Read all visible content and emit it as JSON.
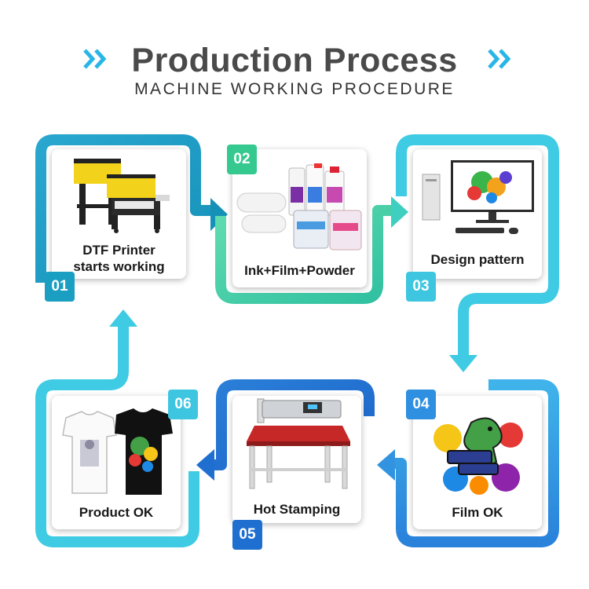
{
  "header": {
    "title": "Production Process",
    "subtitle": "MACHINE WORKING PROCEDURE"
  },
  "steps": [
    {
      "number": "01",
      "label_line1": "DTF Printer",
      "label_line2": "starts working"
    },
    {
      "number": "02",
      "label": "Ink+Film+Powder"
    },
    {
      "number": "03",
      "label": "Design pattern"
    },
    {
      "number": "04",
      "label": "Film OK"
    },
    {
      "number": "05",
      "label": "Hot Stamping"
    },
    {
      "number": "06",
      "label": "Product OK"
    }
  ],
  "colors": {
    "title": "#4a4a4a",
    "step1": "#1a9ec2",
    "step2": "#35c98f",
    "step3": "#3ec6e0",
    "step4": "#2f8fe0",
    "step5": "#1f6fd0",
    "step6": "#3ec6e0"
  },
  "icons": [
    "chevron-right-icon",
    "arrow-right-icon",
    "arrow-down-icon",
    "arrow-left-icon",
    "arrow-up-icon"
  ]
}
